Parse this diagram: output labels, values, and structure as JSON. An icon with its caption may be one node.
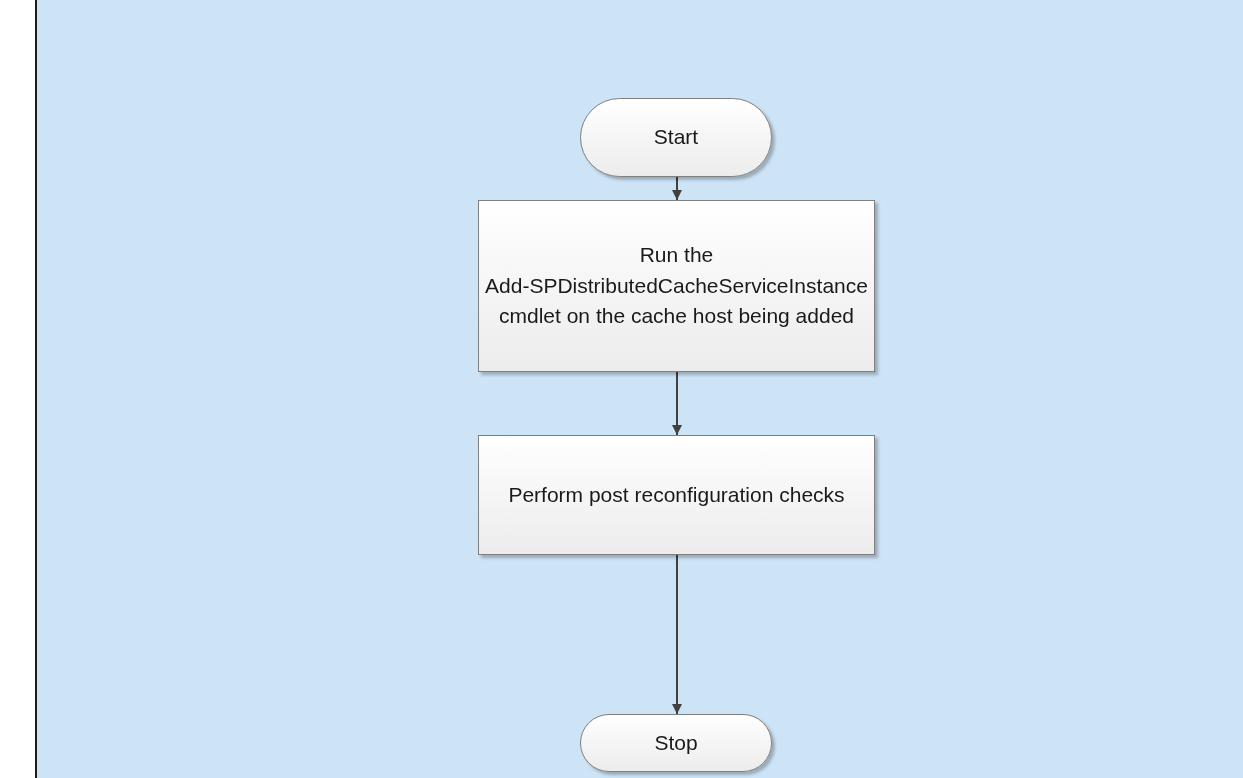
{
  "diagram": {
    "nodes": [
      {
        "text": [
          "Start"
        ]
      },
      {
        "text": [
          "Run the Add-SPDistributedCacheServiceInstance cmdlet on the cache host being added"
        ]
      },
      {
        "text": [
          "Perform post reconfiguration checks"
        ]
      },
      {
        "text": [
          "Stop"
        ]
      }
    ],
    "edges": [
      {
        "from": 0,
        "to": 1,
        "arrow": "to"
      },
      {
        "from": 1,
        "to": 2,
        "arrow": "to"
      },
      {
        "from": 2,
        "to": 3,
        "arrow": "to"
      }
    ]
  }
}
